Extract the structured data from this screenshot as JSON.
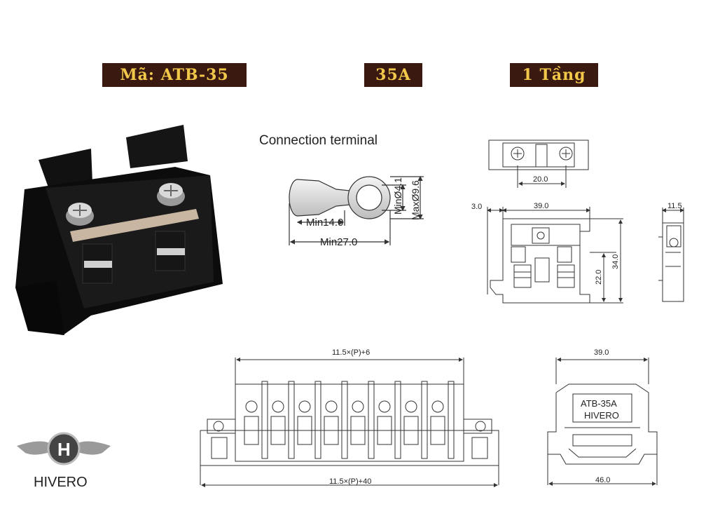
{
  "tags": {
    "code": "Mã: ATB-35",
    "current": "35A",
    "tier": "1 Tầng"
  },
  "connection": {
    "title": "Connection terminal",
    "min14": "Min14.0",
    "min27": "Min27.0",
    "min_d": "MinØ4.1",
    "max_d": "MaxØ9.6"
  },
  "dims": {
    "top_20": "20.0",
    "front_3": "3.0",
    "front_39": "39.0",
    "front_22": "22.0",
    "front_34": "34.0",
    "side_115": "11.5",
    "strip_top": "11.5×(P)+6",
    "strip_bottom": "11.5×(P)+40",
    "end_39": "39.0",
    "end_46": "46.0"
  },
  "label_plate": {
    "model": "ATB-35A",
    "brand": "HIVERO"
  },
  "logo": {
    "letter": "H",
    "name": "HIVERO"
  }
}
